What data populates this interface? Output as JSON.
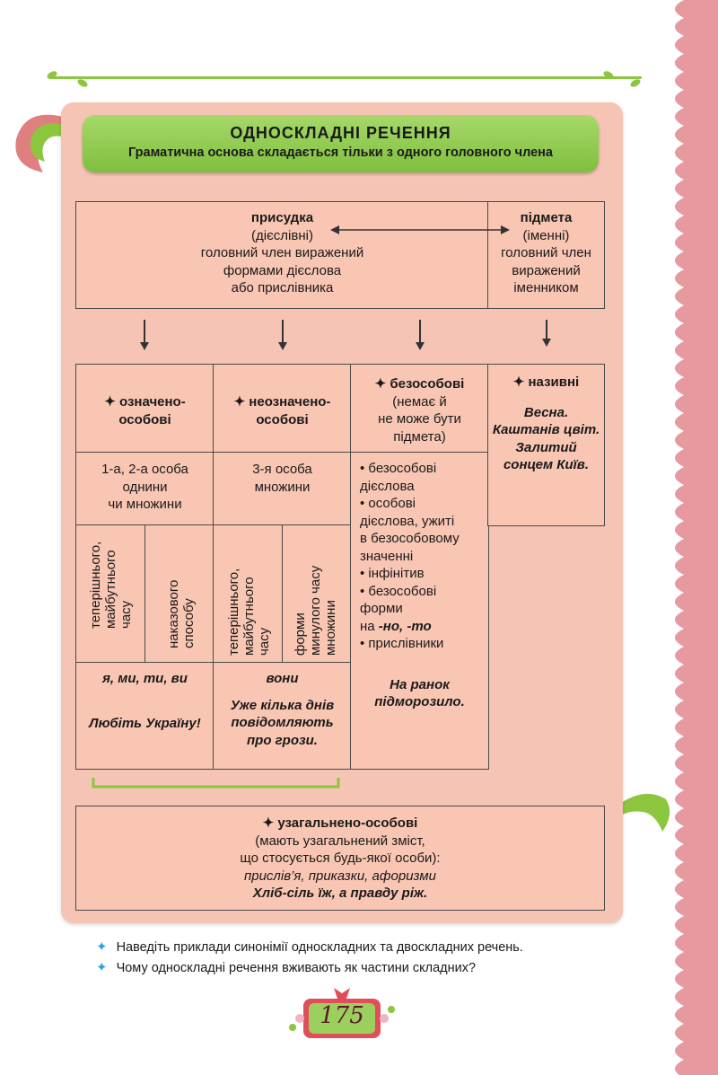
{
  "header": {
    "title": "ОДНОСКЛАДНІ   РЕЧЕННЯ",
    "subtitle": "Граматична основа складається тільки з одного головного члена"
  },
  "top_row": {
    "predicate": {
      "title": "присудка",
      "lines": [
        "(дієслівні)",
        "головний член виражений",
        "формами дієслова",
        "або прислівника"
      ]
    },
    "subject": {
      "title": "підмета",
      "lines": [
        "(іменні)",
        "головний член",
        "виражений",
        "іменником"
      ]
    }
  },
  "types": {
    "definite": {
      "title_1": "✦ означено-",
      "title_2": "особові",
      "desc": [
        "1-а, 2-а особа",
        "однини",
        "чи множини"
      ]
    },
    "indefinite": {
      "title_1": "✦ неозначено-",
      "title_2": "особові",
      "desc": [
        "3-я особа",
        "множини"
      ]
    },
    "impersonal": {
      "title": "✦ безособові",
      "sub": [
        "(немає й",
        "не може бути",
        "підмета)"
      ],
      "list": [
        "• безособові",
        "дієслова",
        "• особові",
        "дієслова, ужиті",
        "в безособовому",
        "значенні",
        "• інфінітив",
        "• безособові",
        "форми"
      ],
      "list_prefix": "на ",
      "list_suffix_bold": "-но, -то",
      "list_last": "• прислівники",
      "example": [
        "На ранок",
        "підморозило."
      ]
    },
    "nominal": {
      "title": "✦ називні",
      "example": [
        "Весна.",
        "Каштанів цвіт.",
        "Залитий",
        "сонцем Київ."
      ]
    }
  },
  "vertical_labels": {
    "v1": [
      "теперішнього,",
      "майбутнього",
      "часу"
    ],
    "v2": [
      "наказового",
      "способу"
    ],
    "v3": [
      "теперішнього,",
      "майбутнього",
      "часу"
    ],
    "v4": [
      "форми",
      "минулого часу",
      "множини"
    ]
  },
  "examples": {
    "definite_pronouns": "я, ми, ти, ви",
    "definite_example": "Любіть Україну!",
    "indefinite_pronoun": "вони",
    "indefinite_example": [
      "Уже кілька днів",
      "повідомляють",
      "про грози."
    ]
  },
  "generalized": {
    "title": "✦ узагальнено-особові",
    "lines": [
      "(мають узагальнений зміст,",
      "що стосується будь-якої особи):"
    ],
    "italic": "прислів’я, приказки, афоризми",
    "example": "Хліб-сіль їж, а правду ріж."
  },
  "questions": [
    "Наведіть приклади синонімії односкладних та двоскладних речень.",
    "Чому односкладні речення вживають як частини складних?"
  ],
  "page_number": "175",
  "colors": {
    "panel": "#f6c4b4",
    "header_green": "#8cc63f",
    "border_strip": "#e69a9f",
    "bullet_blue": "#29a3e0"
  }
}
